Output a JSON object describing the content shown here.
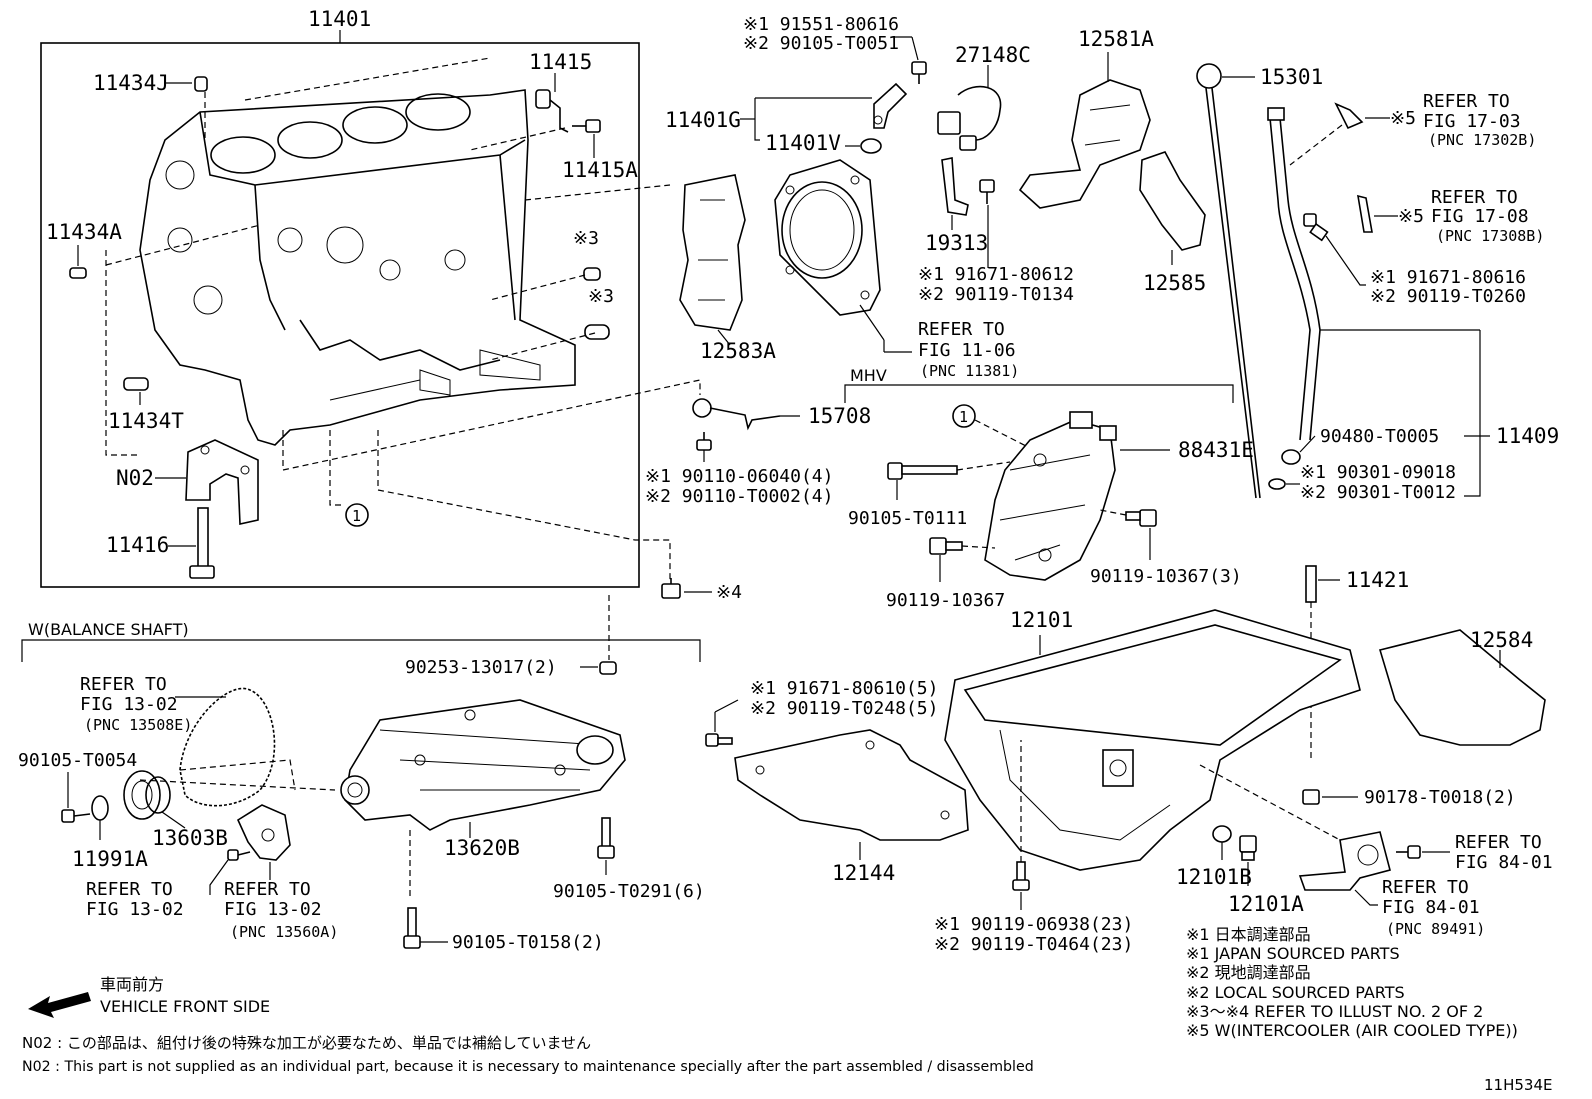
{
  "parts": {
    "p11401": "11401",
    "p11434J": "11434J",
    "p11415": "11415",
    "p11415A": "11415A",
    "p11434A": "11434A",
    "p_x3a": "※3",
    "p_x3b": "※3",
    "p11434T": "11434T",
    "pN02": "N02",
    "p11416": "11416",
    "p_circle1a": "1",
    "p11401G": "11401G",
    "p11401V": "11401V",
    "p91551a": "※1 91551-80616",
    "p91551b": "※2 90105-T0051",
    "p27148C": "27148C",
    "p12581A": "12581A",
    "p19313": "19313",
    "p91671a": "※1 91671-80612",
    "p91671b": "※2 90119-T0134",
    "p12585": "12585",
    "p12583A": "12583A",
    "pref1106a": "REFER TO",
    "pref1106b": "FIG 11-06",
    "pref1106c": "(PNC 11381)",
    "p15708": "15708",
    "p90110a": "※1 90110-06040(4)",
    "p90110b": "※2 90110-T0002(4)",
    "p_x4": "※4",
    "pMHV": "MHV",
    "p_circle1b": "1",
    "p88431E": "88431E",
    "p90105T0111": "90105-T0111",
    "p90119_10367": "90119-10367",
    "p90119_10367_3": "90119-10367(3)",
    "p15301": "15301",
    "pref1703a": "REFER TO",
    "pref1703b": "FIG 17-03",
    "pref1703c": "(PNC 17302B)",
    "p_x5a": "※5",
    "pref1708a": "REFER TO",
    "pref1708b": "FIG 17-08",
    "pref1708c": "(PNC 17308B)",
    "p_x5b": "※5",
    "p91671_616a": "※1 91671-80616",
    "p91671_616b": "※2 90119-T0260",
    "p90480": "90480-T0005",
    "p11409": "11409",
    "p90301a": "※1 90301-09018",
    "p90301b": "※2 90301-T0012",
    "p11421": "11421",
    "p12101": "12101",
    "p12584": "12584",
    "p90178": "90178-T0018(2)",
    "pref8401a": "REFER TO",
    "pref8401b": "FIG 84-01",
    "pref8401c": "REFER TO",
    "pref8401d": "FIG 84-01",
    "pref8401e": "(PNC 89491)",
    "p12101B": "12101B",
    "p12101A": "12101A",
    "p90119_06938": "※1 90119-06938(23)",
    "p90119_T0464": "※2 90119-T0464(23)",
    "p91671_610": "※1 91671-80610(5)",
    "p90119_T0248": "※2 90119-T0248(5)",
    "p12144": "12144",
    "pWBS": "W(BALANCE SHAFT)",
    "pref1302a": "REFER TO",
    "pref1302b": "FIG 13-02",
    "pref1302c": "(PNC 13508E)",
    "p90105T0054": "90105-T0054",
    "p13603B": "13603B",
    "p11991A": "11991A",
    "pref1302d": "REFER TO",
    "pref1302e": "FIG 13-02",
    "pref1302f": "REFER TO",
    "pref1302g": "FIG 13-02",
    "pref1302h": "(PNC 13560A)",
    "p90253": "90253-13017(2)",
    "p13620B": "13620B",
    "p90105T0291": "90105-T0291(6)",
    "p90105T0158": "90105-T0158(2)"
  },
  "legend": {
    "l1": "※1 日本調達部品",
    "l2": "※1 JAPAN SOURCED PARTS",
    "l3": "※2 現地調達部品",
    "l4": "※2 LOCAL SOURCED PARTS",
    "l5": "※3〜※4 REFER TO ILLUST NO. 2 OF 2",
    "l6": "※5 W(INTERCOOLER (AIR COOLED TYPE))"
  },
  "footer": {
    "front_jp": "車両前方",
    "front_en": "VEHICLE FRONT SIDE",
    "n02_jp": "N02 : この部品は、組付け後の特殊な加工が必要なため、単品では補給していません",
    "n02_en": "N02 : This part is not supplied as an individual part, because it is necessary to maintenance specially after the part assembled / disassembled",
    "code": "11H534E"
  }
}
